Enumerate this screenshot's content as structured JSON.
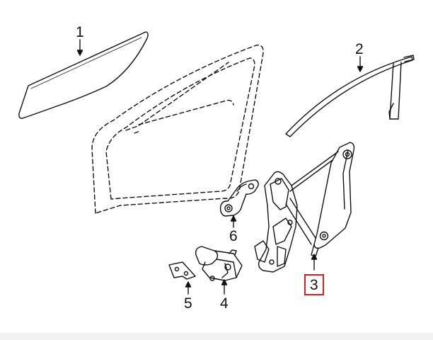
{
  "diagram": {
    "callouts": [
      {
        "id": "1",
        "label": "1",
        "part": "door-glass",
        "highlighted": false
      },
      {
        "id": "2",
        "label": "2",
        "part": "glass-run-channel",
        "highlighted": false
      },
      {
        "id": "3",
        "label": "3",
        "part": "window-regulator",
        "highlighted": true
      },
      {
        "id": "4",
        "label": "4",
        "part": "regulator-motor",
        "highlighted": false
      },
      {
        "id": "5",
        "label": "5",
        "part": "motor-bracket-plate",
        "highlighted": false
      },
      {
        "id": "6",
        "label": "6",
        "part": "lift-arm-bracket",
        "highlighted": false
      }
    ],
    "colors": {
      "line": "#111111",
      "highlight": "#d32020",
      "background": "#ffffff"
    }
  }
}
